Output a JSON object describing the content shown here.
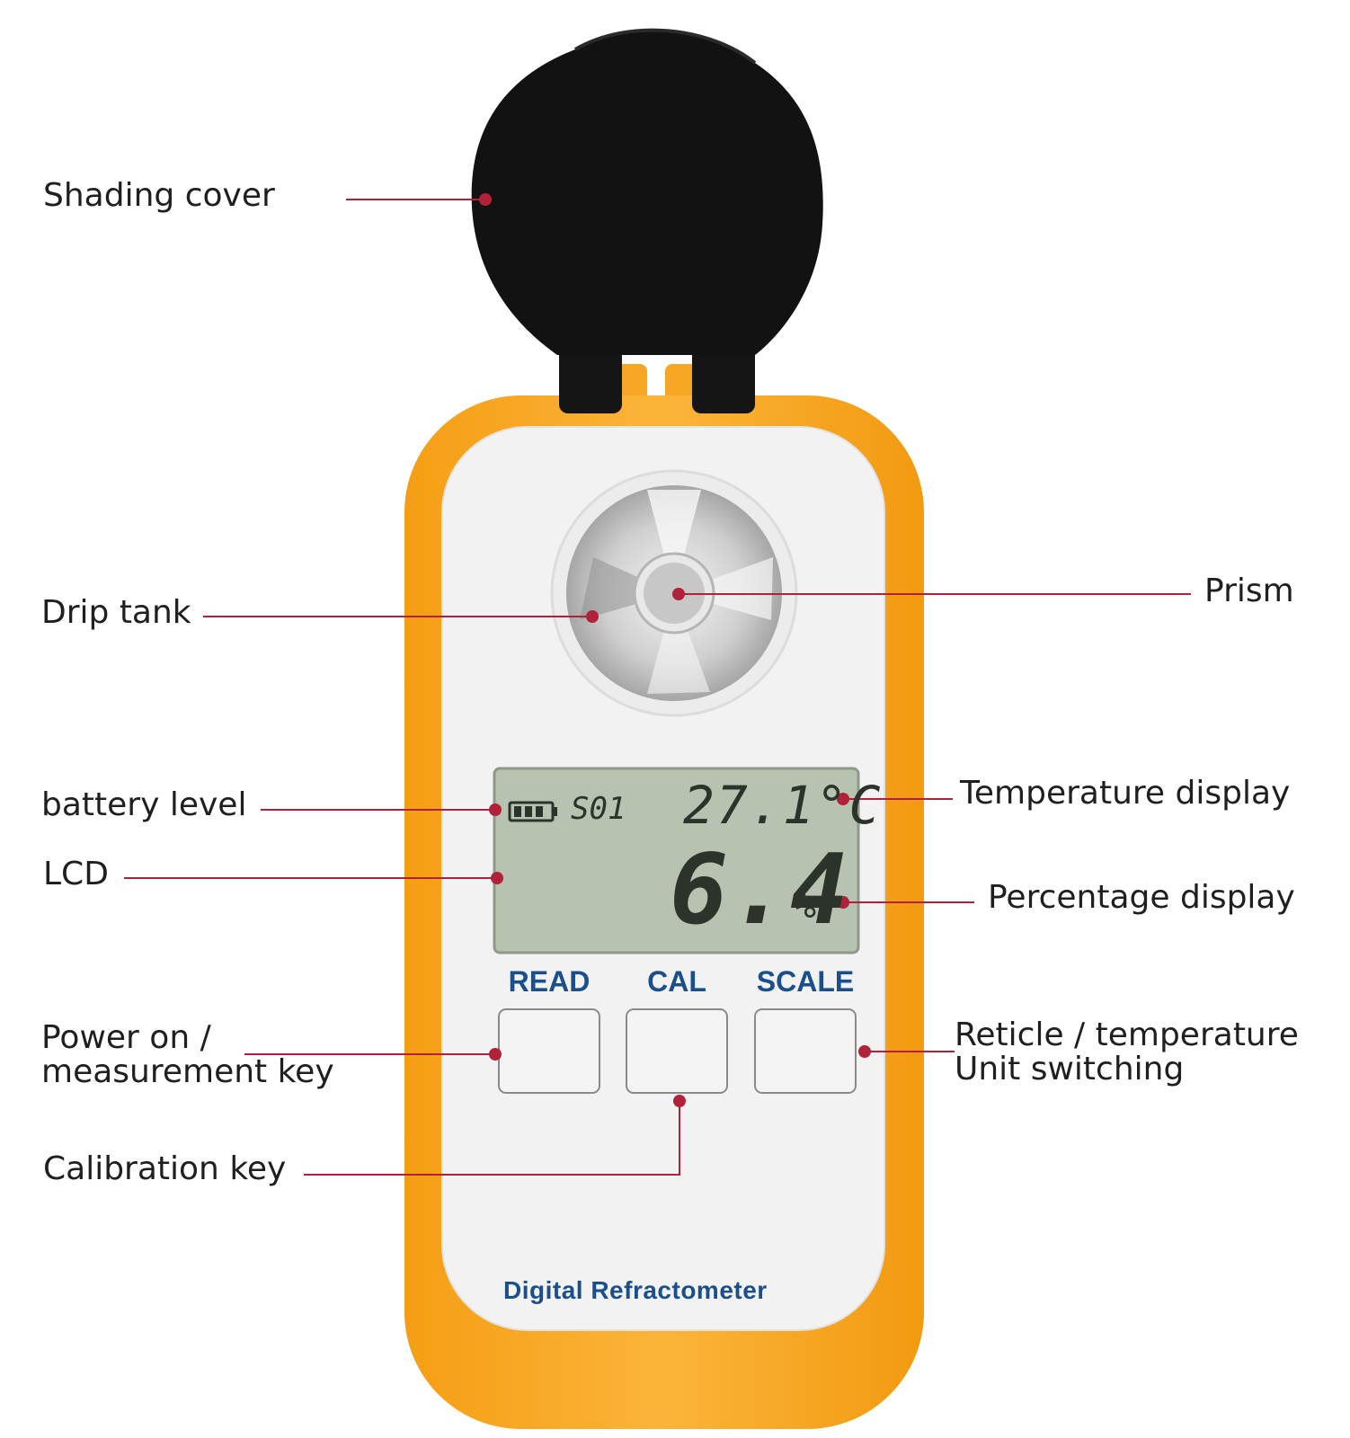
{
  "callouts": {
    "shading_cover": "Shading cover",
    "drip_tank": "Drip tank",
    "prism": "Prism",
    "battery_level": "battery level",
    "lcd": "LCD",
    "temperature_display": "Temperature display",
    "percentage_display": "Percentage display",
    "power_key_line1": "Power on /",
    "power_key_line2": "measurement key",
    "reticle_line1": "Reticle / temperature",
    "reticle_line2": "Unit switching",
    "calibration_key": "Calibration key"
  },
  "device": {
    "brand": "Digital Refractometer",
    "buttons": {
      "read": "READ",
      "cal": "CAL",
      "scale": "SCALE"
    },
    "lcd": {
      "mode": "S01",
      "temperature": "27.1",
      "temperature_unit": "°C",
      "percentage": "6.4",
      "percentage_unit": "%"
    }
  },
  "colors": {
    "leader_line": "#b0223a",
    "housing": "#f7a51c",
    "faceplate": "#f1f1f1",
    "lcd_bg": "#b8c2b0",
    "brand_text": "#1a4f8c",
    "cover": "#111111"
  }
}
